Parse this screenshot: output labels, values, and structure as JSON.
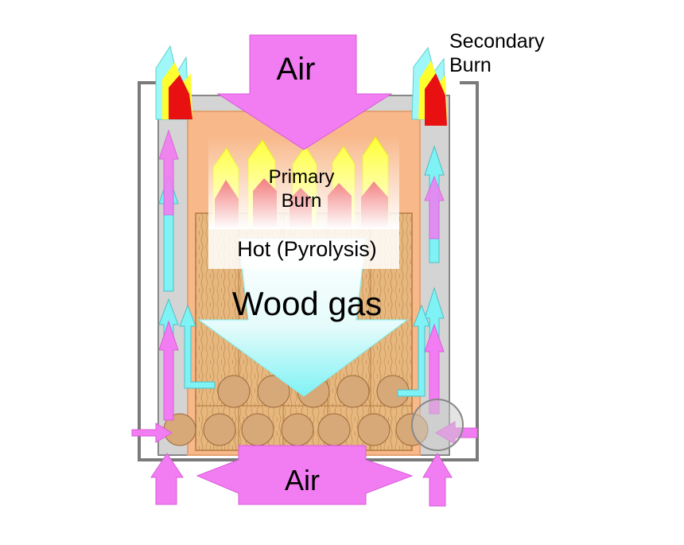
{
  "labels": {
    "air_top": "Air",
    "air_bottom": "Air",
    "secondary_burn_line1": "Secondary",
    "secondary_burn_line2": "Burn",
    "primary_burn_line1": "Primary",
    "primary_burn_line2": "Burn",
    "pyrolysis": "Hot (Pyrolysis)",
    "wood_gas": "Wood gas"
  },
  "colors": {
    "air_arrow": "#f27cf2",
    "gas_arrow": "#7ff2f5",
    "firebox_fill": "#f8b88a",
    "firebox_border": "#e3a26f",
    "wood": "#e6b87f",
    "wood_line": "#c48a4e",
    "outer_wall": "#7a7a7a",
    "gap_fill": "#cfcfcf",
    "flame_red": "#e81010",
    "flame_yellow": "#ffff30",
    "flame_cyan": "#9ff7f7",
    "log_circle": "#d7a878"
  }
}
